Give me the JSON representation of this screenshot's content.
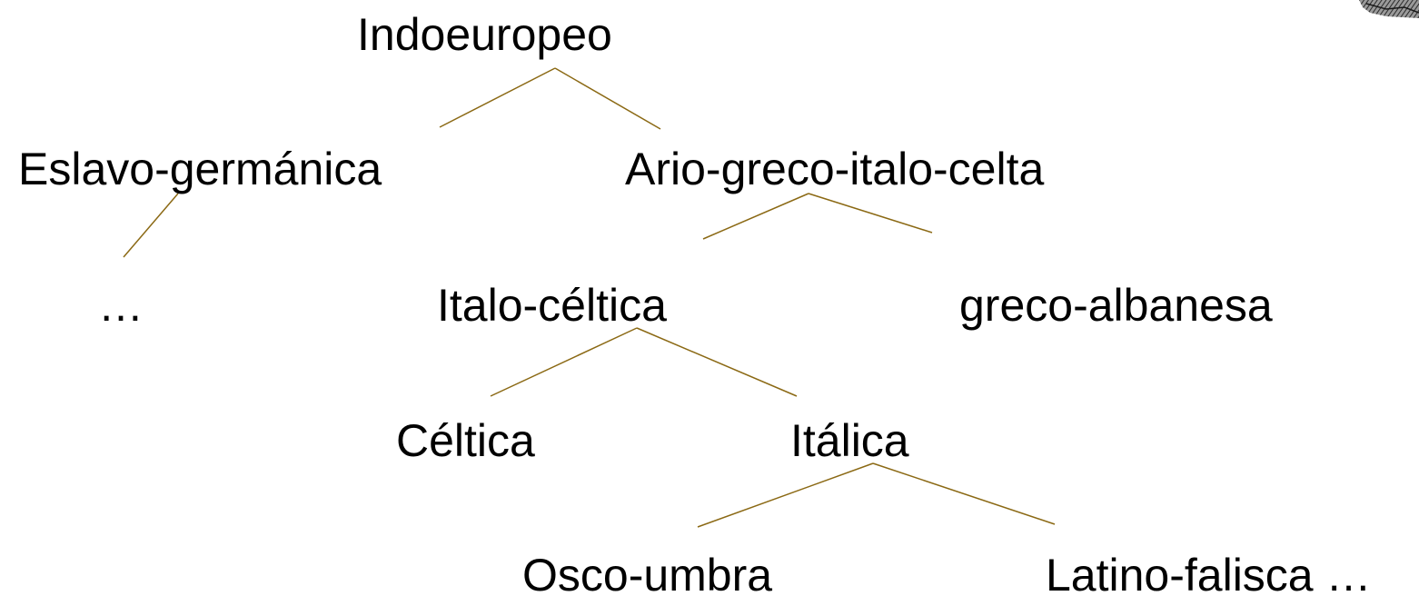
{
  "edge_color": "#8b6914",
  "nodes": {
    "indoeuropeo": "Indoeuropeo",
    "eslavo_germanica": "Eslavo-germánica",
    "ario_greco_italo_celta": "Ario-greco-italo-celta",
    "ellipsis": "…",
    "italo_celtica": "Italo-céltica",
    "greco_albanesa": "greco-albanesa",
    "celtica": "Céltica",
    "italica": "Itálica",
    "osco_umbra": "Osco-umbra",
    "latino_falisca": "Latino-falisca …"
  },
  "edges": [
    {
      "from": "indoeuropeo",
      "to": "eslavo_germanica"
    },
    {
      "from": "indoeuropeo",
      "to": "ario_greco_italo_celta"
    },
    {
      "from": "eslavo_germanica",
      "to": "ellipsis"
    },
    {
      "from": "ario_greco_italo_celta",
      "to": "italo_celtica"
    },
    {
      "from": "ario_greco_italo_celta",
      "to": "greco_albanesa"
    },
    {
      "from": "italo_celtica",
      "to": "celtica"
    },
    {
      "from": "italo_celtica",
      "to": "italica"
    },
    {
      "from": "italica",
      "to": "osco_umbra"
    },
    {
      "from": "italica",
      "to": "latino_falisca"
    }
  ]
}
